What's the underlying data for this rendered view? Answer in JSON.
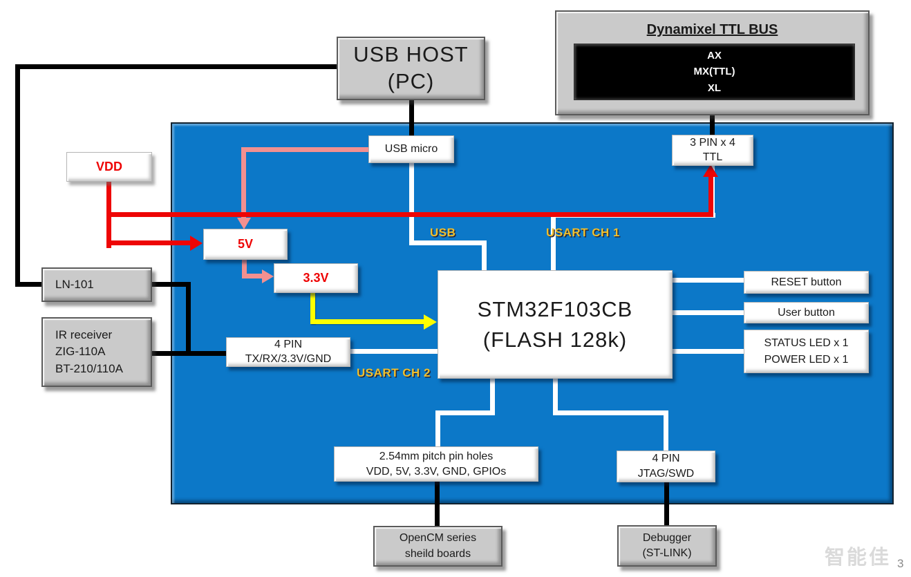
{
  "colors": {
    "panel_blue": "#0c78c8",
    "wire_red": "#ee0505",
    "wire_pink": "#f29090",
    "wire_yellow": "#ffff00",
    "gold": "#f0bf2d"
  },
  "nodes": {
    "usb_host": {
      "line1": "USB HOST",
      "line2": "(PC)"
    },
    "dynamixel": {
      "title": "Dynamixel TTL BUS",
      "items": [
        "AX",
        "MX(TTL)",
        "XL"
      ]
    },
    "usb_micro": {
      "label": "USB micro"
    },
    "ttl_header": {
      "line1": "3 PIN x 4",
      "line2": "TTL"
    },
    "vdd": {
      "label": "VDD"
    },
    "v5": {
      "label": "5V"
    },
    "v33": {
      "label": "3.3V"
    },
    "ln101": {
      "label": "LN-101"
    },
    "ir_receiver": {
      "line1": "IR receiver",
      "line2": "ZIG-110A",
      "line3": "BT-210/110A"
    },
    "uart_header": {
      "line1": "4 PIN",
      "line2": "TX/RX/3.3V/GND"
    },
    "mcu": {
      "line1": "STM32F103CB",
      "line2": "(FLASH 128k)"
    },
    "reset_button": {
      "label": "RESET button"
    },
    "user_button": {
      "label": "User button"
    },
    "leds": {
      "line1": "STATUS LED x 1",
      "line2": "POWER LED x 1"
    },
    "pin_holes": {
      "line1": "2.54mm pitch pin holes",
      "line2": "VDD, 5V, 3.3V, GND, GPIOs"
    },
    "jtag": {
      "line1": "4 PIN",
      "line2": "JTAG/SWD"
    },
    "opencm_shield": {
      "line1": "OpenCM series",
      "line2": "sheild boards"
    },
    "debugger": {
      "line1": "Debugger",
      "line2": "(ST-LINK)"
    }
  },
  "labels": {
    "usb": "USB",
    "usart1": "USART CH 1",
    "usart2": "USART CH 2"
  },
  "footer": {
    "watermark": "智能佳",
    "page_number": "3"
  }
}
